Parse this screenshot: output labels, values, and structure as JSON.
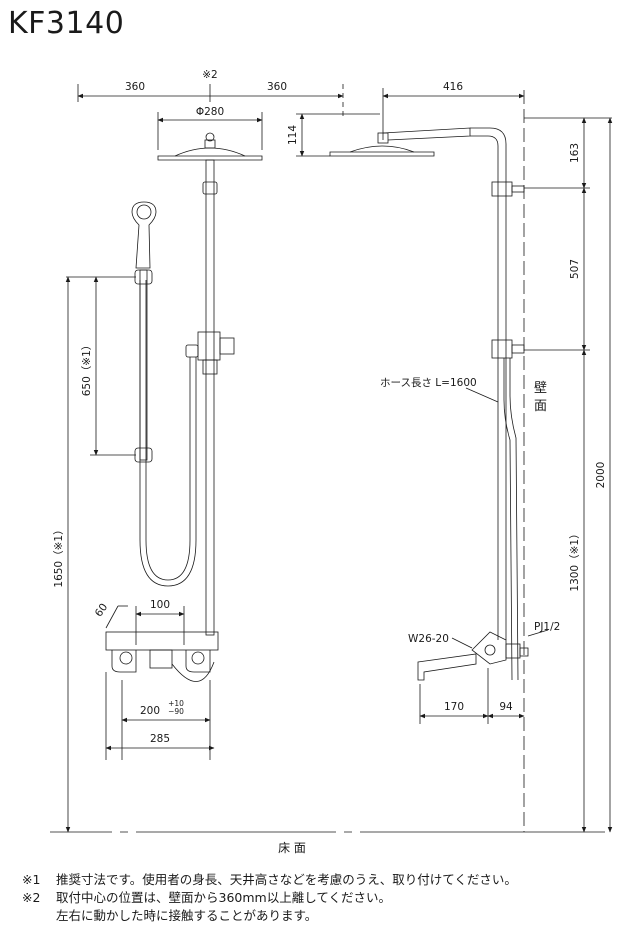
{
  "title": "KF3140",
  "front": {
    "dims": {
      "left_360": "360",
      "right_360": "360",
      "note2_mark": "※2",
      "head_dia": "Φ280",
      "height_650": "650（※1）",
      "height_1650": "1650（※1）",
      "angle_60": "60",
      "pitch_100": "100",
      "width_200": "200",
      "tol_plus": "+10",
      "tol_minus": "−90",
      "width_285": "285"
    }
  },
  "side": {
    "dims": {
      "arm_416": "416",
      "drop_114": "114",
      "v_163": "163",
      "v_507": "507",
      "v_2000": "2000",
      "v_1300": "1300（※1）",
      "h_170": "170",
      "h_94": "94"
    },
    "labels": {
      "hose": "ホース長さ L=1600",
      "wall": "壁",
      "wall2": "面",
      "w26": "W26-20",
      "pj": "PJ1/2",
      "floor": "床 面"
    }
  },
  "notes": [
    {
      "mark": "※1",
      "text": "推奨寸法です。使用者の身長、天井高さなどを考慮のうえ、取り付けてください。"
    },
    {
      "mark": "※2",
      "text": "取付中心の位置は、壁面から360mm以上離してください。"
    },
    {
      "mark": "",
      "text": "左右に動かした時に接触することがあります。"
    }
  ]
}
